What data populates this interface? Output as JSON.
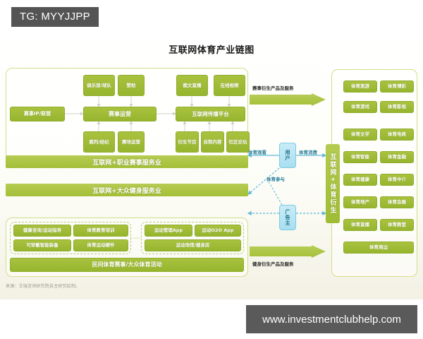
{
  "watermarks": {
    "top_tag": "TG: MYYJJPP",
    "bottom_url": "www.investmentclubhelp.com"
  },
  "figure": {
    "title": "互联网体育产业链图",
    "source": "来源：艾瑞咨询研究院自主研究绘制。",
    "accent_green": "#a3bf38",
    "accent_cyan": "#a8dff0"
  },
  "pro_section": {
    "banner": "互联网+职业赛事服务业",
    "top_boxes": [
      {
        "label": "俱乐部/球队"
      },
      {
        "label": "赞助"
      },
      {
        "label": "图文直播"
      },
      {
        "label": "在线视频"
      }
    ],
    "mid_boxes": [
      {
        "label": "赛事IP/联盟"
      },
      {
        "label": "赛事运营"
      },
      {
        "label": "互联网传播平台"
      }
    ],
    "bottom_boxes": [
      {
        "label": "裁判/经纪"
      },
      {
        "label": "赛场运营"
      },
      {
        "label": "衍生节目"
      },
      {
        "label": "自制内容"
      },
      {
        "label": "社区论坛"
      }
    ]
  },
  "mass_section": {
    "banner": "互联网+大众健身服务业",
    "left_group": [
      {
        "label": "健康咨询/运动指导"
      },
      {
        "label": "体育教育培训"
      },
      {
        "label": "可穿戴智能装备"
      },
      {
        "label": "体育运动硬件"
      }
    ],
    "right_group": [
      {
        "label": "运动管理App"
      },
      {
        "label": "运动O2O App"
      },
      {
        "label": "运动场馆/健身房"
      }
    ],
    "footer_bar": "民间体育赛事/大众体育活动"
  },
  "center": {
    "user_node": "用户",
    "advertiser_node": "广告主",
    "label_watch": "体育观看",
    "label_consume": "体育消费",
    "label_participate": "体育参与"
  },
  "flows": {
    "top_arrow": "赛事衍生产品及服务",
    "bottom_arrow": "健身衍生产品及服务"
  },
  "derivative_section": {
    "spine": "互联网+体育衍生",
    "boxes": [
      {
        "label": "体育旅游"
      },
      {
        "label": "体育博彩"
      },
      {
        "label": "体育游戏"
      },
      {
        "label": "体育影视"
      },
      {
        "label": "体育文学"
      },
      {
        "label": "体育电商"
      },
      {
        "label": "体育智能"
      },
      {
        "label": "体育金融"
      },
      {
        "label": "体育健康"
      },
      {
        "label": "体育中介"
      },
      {
        "label": "体育地产"
      },
      {
        "label": "体育会展"
      },
      {
        "label": "体育直播"
      },
      {
        "label": "体育教室"
      }
    ],
    "wide_box": "体育周边"
  }
}
